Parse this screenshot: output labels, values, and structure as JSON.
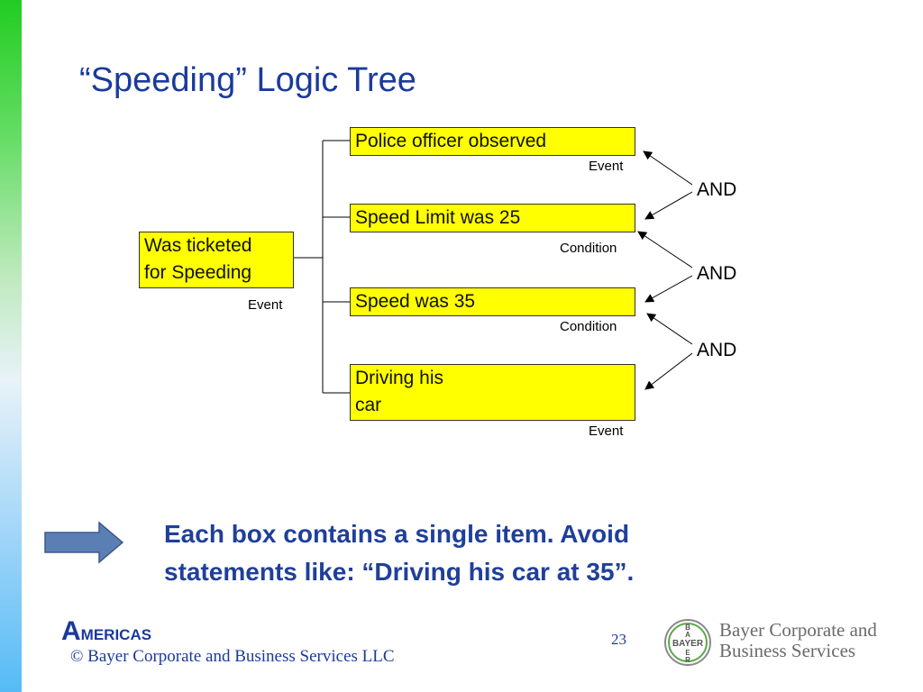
{
  "slide": {
    "title": "“Speeding” Logic Tree"
  },
  "tree": {
    "root": {
      "line1": "Was ticketed",
      "line2": "for Speeding",
      "type": "Event"
    },
    "children": [
      {
        "label": "Police officer observed",
        "type": "Event"
      },
      {
        "label": "Speed Limit was 25",
        "type": "Condition"
      },
      {
        "label": "Speed was 35",
        "type": "Condition"
      },
      {
        "line1": "Driving his",
        "line2": "car",
        "type": "Event"
      }
    ],
    "and_labels": [
      "AND",
      "AND",
      "AND"
    ]
  },
  "note": {
    "line1": "Each box contains a single item.  Avoid",
    "line2": "statements like: “Driving his car at 35”."
  },
  "footer": {
    "americas_first": "A",
    "americas_rest": "MERICAS",
    "copyright": "© Bayer Corporate and Business Services LLC",
    "page_number": "23",
    "bayer_line1": "Bayer Corporate and",
    "bayer_line2": "Business Services",
    "bayer_seal": "BAYER"
  },
  "colors": {
    "box_fill": "#ffff00",
    "title": "#1a3a9c",
    "note": "#1f3f9a",
    "arrow_fill": "#5b7fb5"
  }
}
